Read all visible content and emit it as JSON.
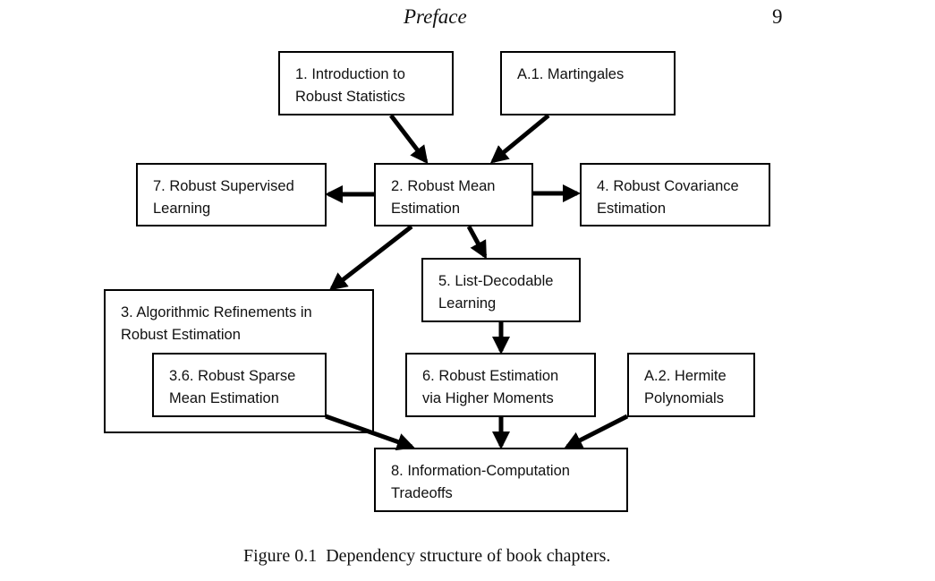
{
  "header": {
    "title": "Preface",
    "page_number": "9"
  },
  "nodes": {
    "ch1": {
      "lines": [
        "1. Introduction to",
        "Robust Statistics"
      ]
    },
    "a1": {
      "lines": [
        "A.1. Martingales"
      ]
    },
    "ch7": {
      "lines": [
        "7. Robust Supervised",
        "Learning"
      ]
    },
    "ch2": {
      "lines": [
        "2. Robust Mean",
        "Estimation"
      ]
    },
    "ch4": {
      "lines": [
        "4. Robust Covariance",
        "Estimation"
      ]
    },
    "ch5": {
      "lines": [
        "5. List-Decodable",
        "Learning"
      ]
    },
    "ch3": {
      "lines": [
        "3. Algorithmic Refinements in",
        "Robust Estimation"
      ]
    },
    "ch36": {
      "lines": [
        "3.6. Robust Sparse",
        "Mean Estimation"
      ]
    },
    "ch6": {
      "lines": [
        "6. Robust Estimation",
        "via Higher Moments"
      ]
    },
    "a2": {
      "lines": [
        "A.2. Hermite",
        "Polynomials"
      ]
    },
    "ch8": {
      "lines": [
        "8. Information-Computation",
        "Tradeoffs"
      ]
    }
  },
  "edges": [
    {
      "from": "ch1",
      "to": "ch2"
    },
    {
      "from": "a1",
      "to": "ch2"
    },
    {
      "from": "ch2",
      "to": "ch7"
    },
    {
      "from": "ch2",
      "to": "ch4"
    },
    {
      "from": "ch2",
      "to": "ch3"
    },
    {
      "from": "ch2",
      "to": "ch5"
    },
    {
      "from": "ch5",
      "to": "ch6"
    },
    {
      "from": "ch36",
      "to": "ch8"
    },
    {
      "from": "ch6",
      "to": "ch8"
    },
    {
      "from": "a2",
      "to": "ch8"
    }
  ],
  "caption": {
    "label": "Figure 0.1",
    "text": "Dependency structure of book chapters."
  }
}
